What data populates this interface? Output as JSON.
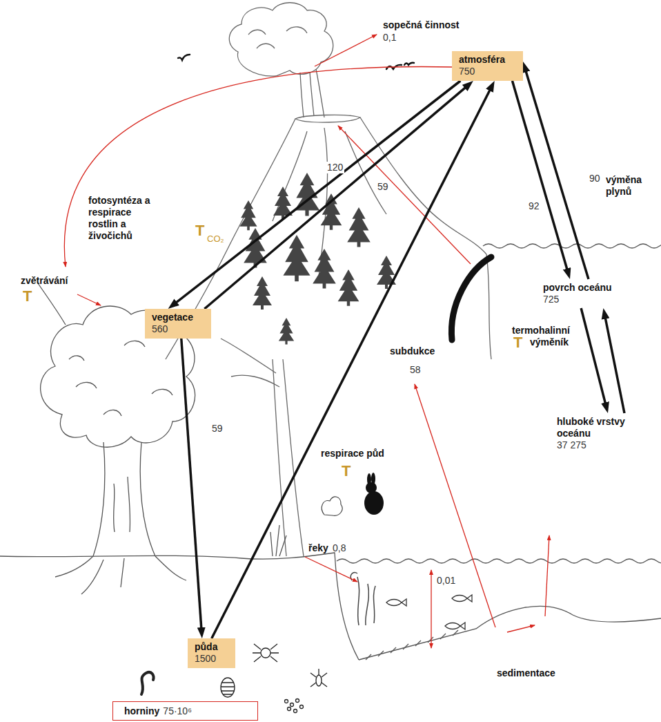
{
  "diagram": {
    "nodes": [
      {
        "text": [
          "atmosféra",
          "750"
        ]
      },
      {
        "text": [
          "vegetace",
          "560"
        ]
      },
      {
        "text": [
          "povrch oceánu",
          "725"
        ]
      },
      {
        "text": [
          "hluboké vrstvy oceánu",
          "37 275"
        ]
      },
      {
        "text": [
          "půda",
          "1500"
        ]
      },
      {
        "text": [
          "horniny",
          "75·10⁶"
        ]
      }
    ],
    "edges": [
      {
        "from": 0,
        "to": 1,
        "arrow": "to",
        "label": "120"
      },
      {
        "from": 1,
        "to": 0,
        "arrow": "to",
        "label": "59"
      },
      {
        "from": 4,
        "to": 0,
        "arrow": "to",
        "label": "58"
      },
      {
        "from": 1,
        "to": 4,
        "arrow": "to",
        "label": "59"
      },
      {
        "from": 0,
        "to": 2,
        "arrow": "to",
        "label": "92"
      },
      {
        "from": 2,
        "to": 0,
        "arrow": "to",
        "label": "90"
      },
      {
        "from": 2,
        "to": 3,
        "arrow": "to"
      },
      {
        "from": 3,
        "to": 2,
        "arrow": "to"
      }
    ],
    "labels": [
      "sopečná činnost",
      "0,1",
      "fotosyntéza a respirace rostlin a živočichů",
      "T",
      "CO₂",
      "zvětrávání",
      "T",
      "výměna plynů",
      "T",
      "termohalinní výměník",
      "subdukce",
      "respirace půd",
      "T",
      "řeky",
      "0,8",
      "0,01",
      "sedimentace"
    ]
  }
}
